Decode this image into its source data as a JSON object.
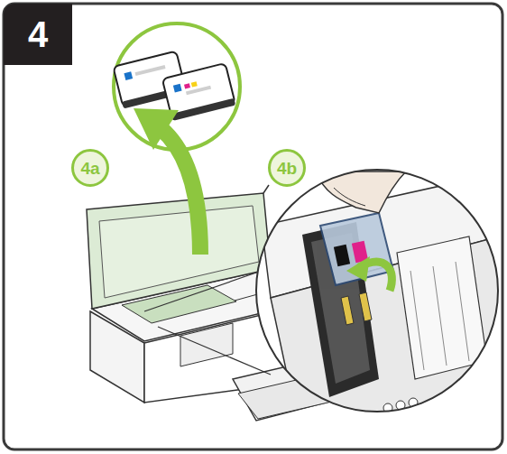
{
  "diagram": {
    "nodes": [
      {
        "text": [
          "4"
        ]
      },
      {
        "text": [
          "4a"
        ]
      },
      {
        "text": [
          "4b"
        ]
      }
    ]
  }
}
